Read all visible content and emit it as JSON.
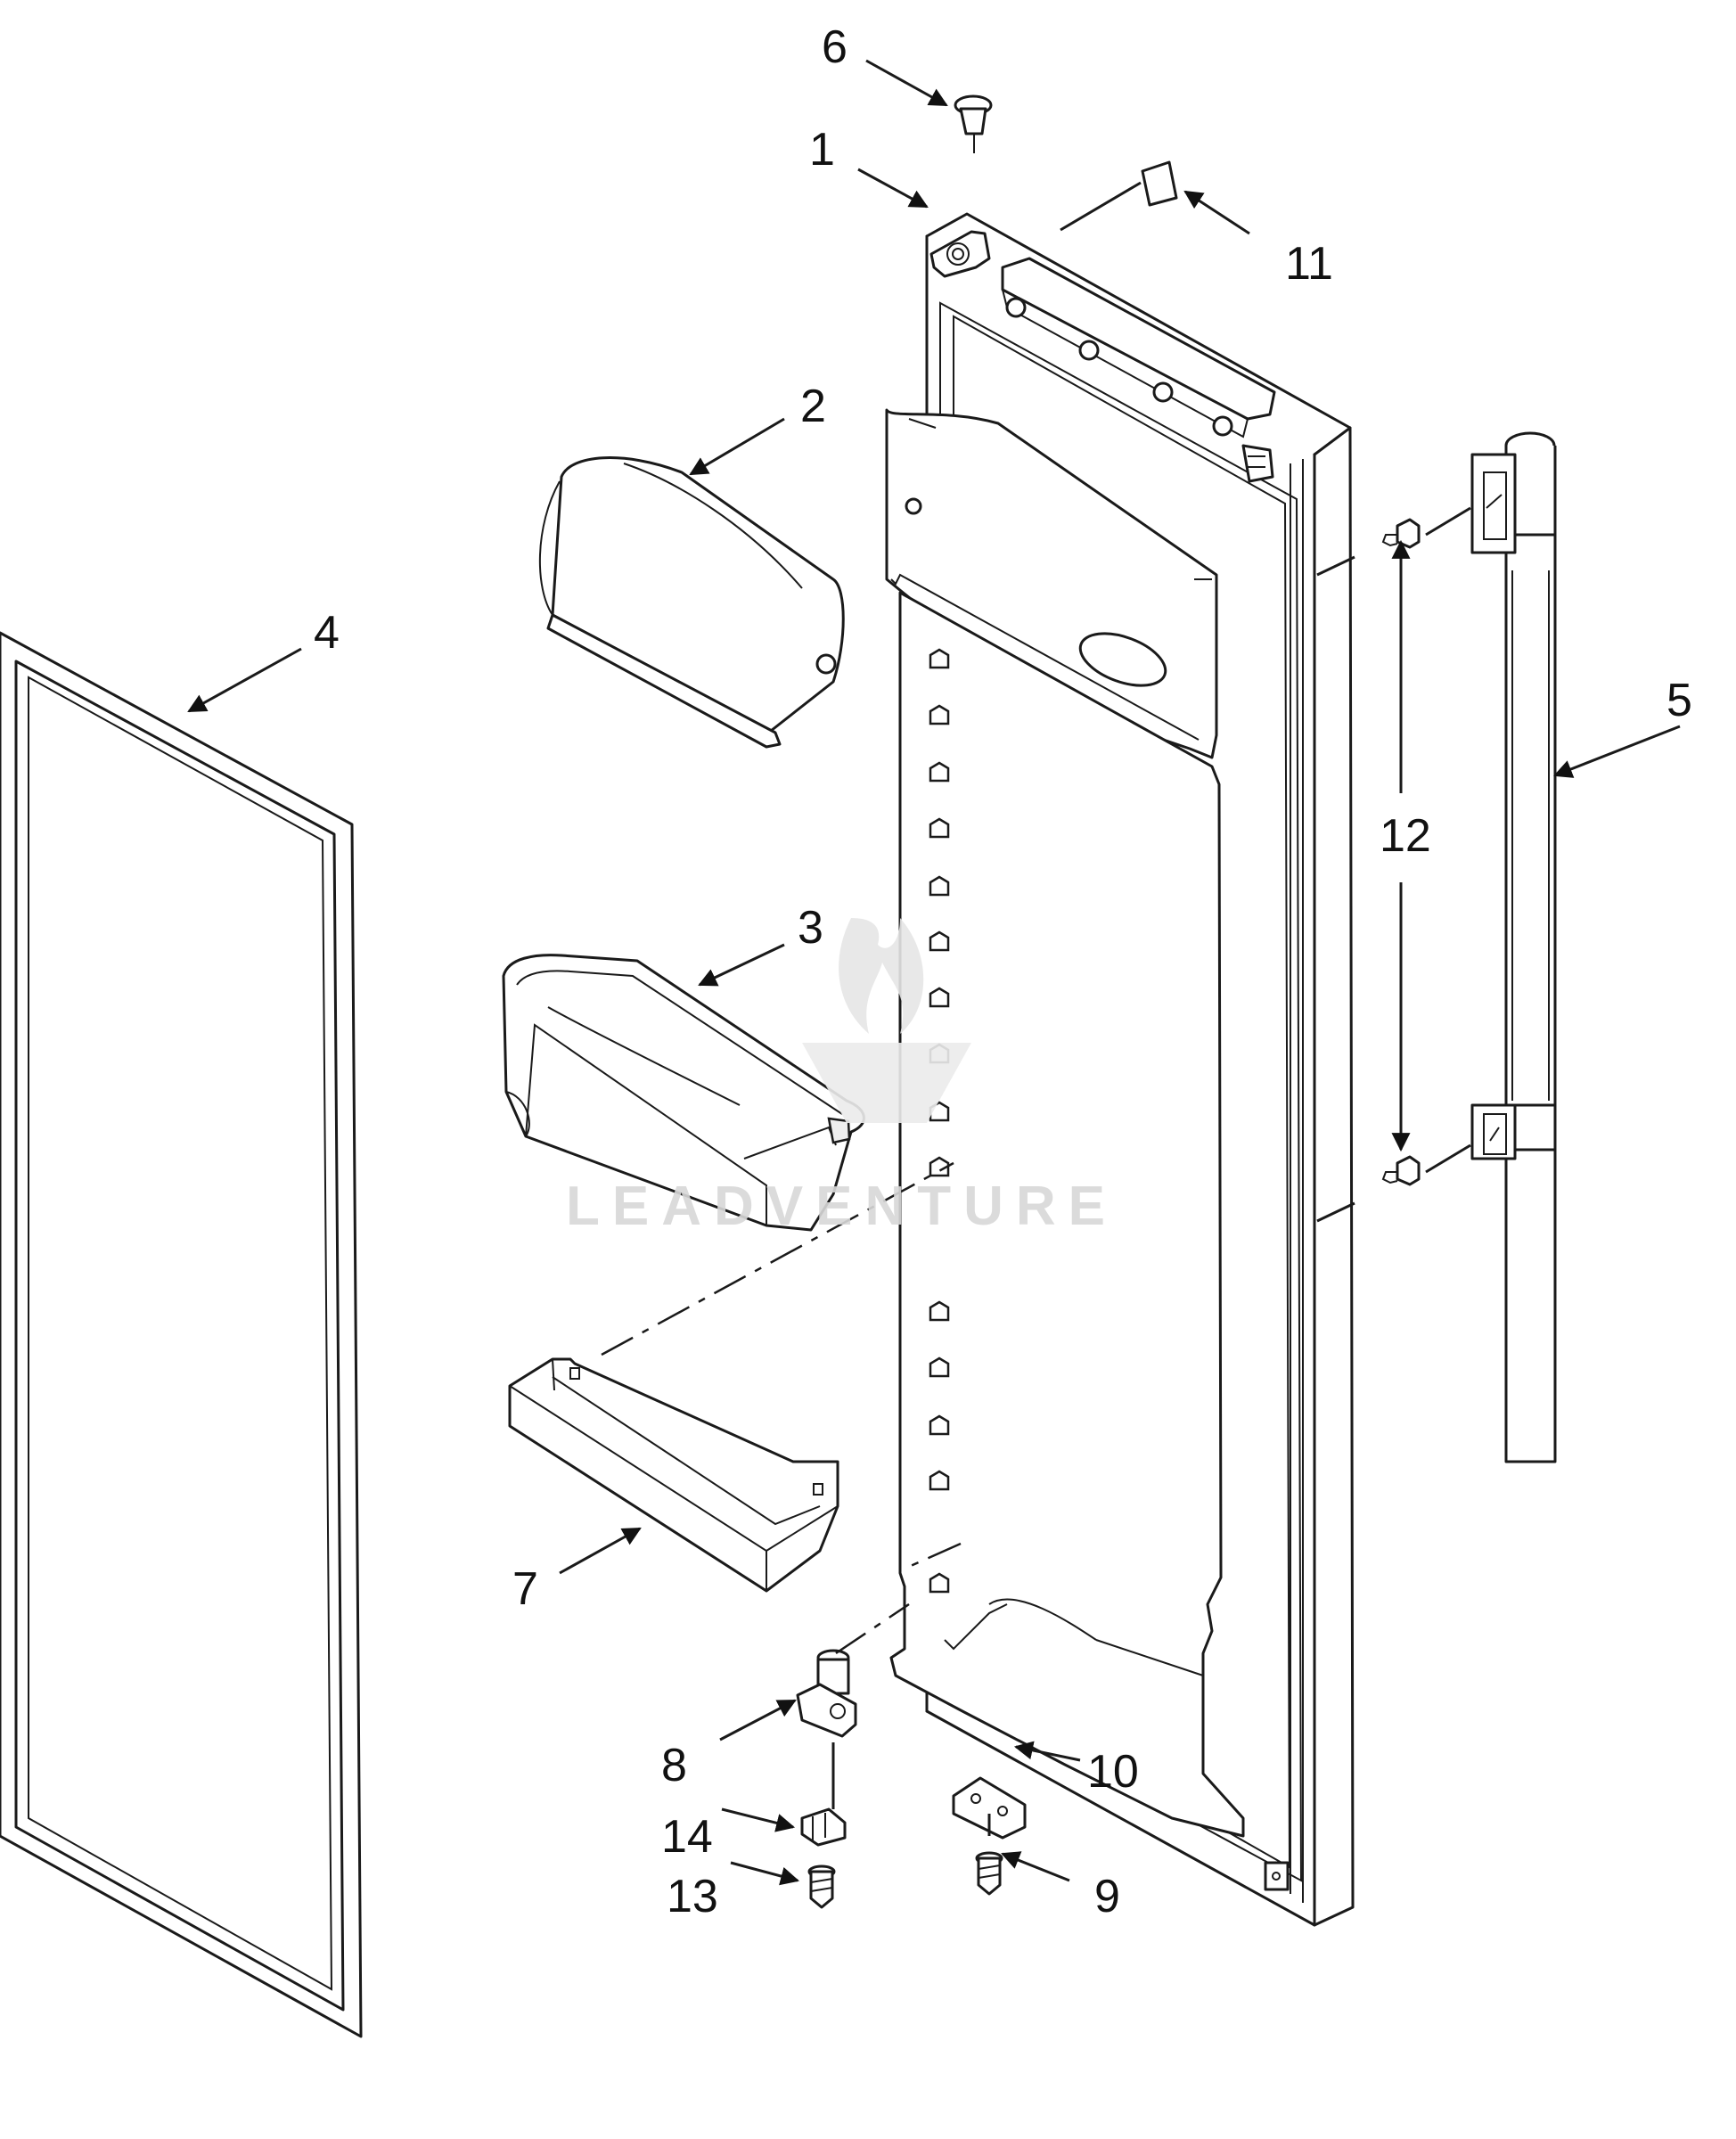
{
  "callouts": [
    {
      "id": "1",
      "label": "1"
    },
    {
      "id": "2",
      "label": "2"
    },
    {
      "id": "3",
      "label": "3"
    },
    {
      "id": "4",
      "label": "4"
    },
    {
      "id": "5",
      "label": "5"
    },
    {
      "id": "6",
      "label": "6"
    },
    {
      "id": "7",
      "label": "7"
    },
    {
      "id": "8",
      "label": "8"
    },
    {
      "id": "9",
      "label": "9"
    },
    {
      "id": "10",
      "label": "10"
    },
    {
      "id": "11",
      "label": "11"
    },
    {
      "id": "12",
      "label": "12"
    },
    {
      "id": "13",
      "label": "13"
    },
    {
      "id": "14",
      "label": "14"
    }
  ],
  "watermark": {
    "text": "LEADVENTURE"
  }
}
